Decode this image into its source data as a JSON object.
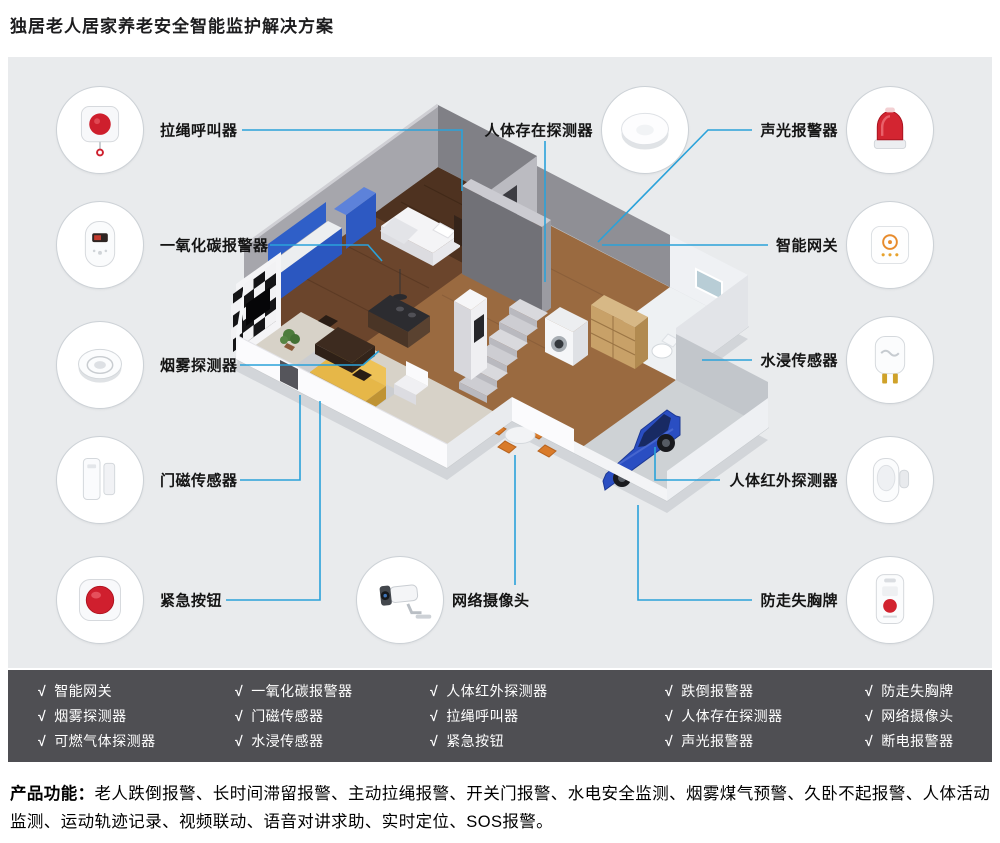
{
  "title": "独居老人居家养老安全智能监护解决方案",
  "devices": [
    {
      "id": "pull-cord-caller",
      "label": "拉绳呼叫器"
    },
    {
      "id": "co-alarm",
      "label": "一氧化碳报警器"
    },
    {
      "id": "smoke-detector",
      "label": "烟雾探测器"
    },
    {
      "id": "door-sensor",
      "label": "门磁传感器"
    },
    {
      "id": "emergency-button",
      "label": "紧急按钮"
    },
    {
      "id": "presence-detector",
      "label": "人体存在探测器"
    },
    {
      "id": "sound-light-alarm",
      "label": "声光报警器"
    },
    {
      "id": "smart-gateway",
      "label": "智能网关"
    },
    {
      "id": "water-leak-sensor",
      "label": "水浸传感器"
    },
    {
      "id": "pir-detector",
      "label": "人体红外探测器"
    },
    {
      "id": "anti-loss-badge",
      "label": "防走失胸牌"
    },
    {
      "id": "ip-camera",
      "label": "网络摄像头"
    }
  ],
  "checklist": {
    "check_mark": "√",
    "columns": [
      {
        "items": [
          "智能网关",
          "烟雾探测器",
          "可燃气体探测器"
        ]
      },
      {
        "items": [
          "一氧化碳报警器",
          "门磁传感器",
          "水浸传感器"
        ]
      },
      {
        "items": [
          "人体红外探测器",
          "拉绳呼叫器",
          "紧急按钮"
        ]
      },
      {
        "items": [
          "跌倒报警器",
          "人体存在探测器",
          "声光报警器"
        ]
      },
      {
        "items": [
          "防走失胸牌",
          "网络摄像头",
          "断电报警器"
        ]
      }
    ]
  },
  "footer": {
    "label": "产品功能：",
    "text": "老人跌倒报警、长时间滞留报警、主动拉绳报警、开关门报警、水电安全监测、烟雾煤气预警、久卧不起报警、人体活动监测、运动轨迹记录、视频联动、语音对讲求助、实时定位、SOS报警。"
  },
  "colors": {
    "accent_line": "#2aa2da",
    "panel_bg": "#e9ebed",
    "bar_bg": "#4f4f53",
    "alert_red": "#d01f2e",
    "cabinet_blue": "#2b57c0",
    "car_blue": "#2a4ec2",
    "sofa_yellow": "#e6b748"
  }
}
